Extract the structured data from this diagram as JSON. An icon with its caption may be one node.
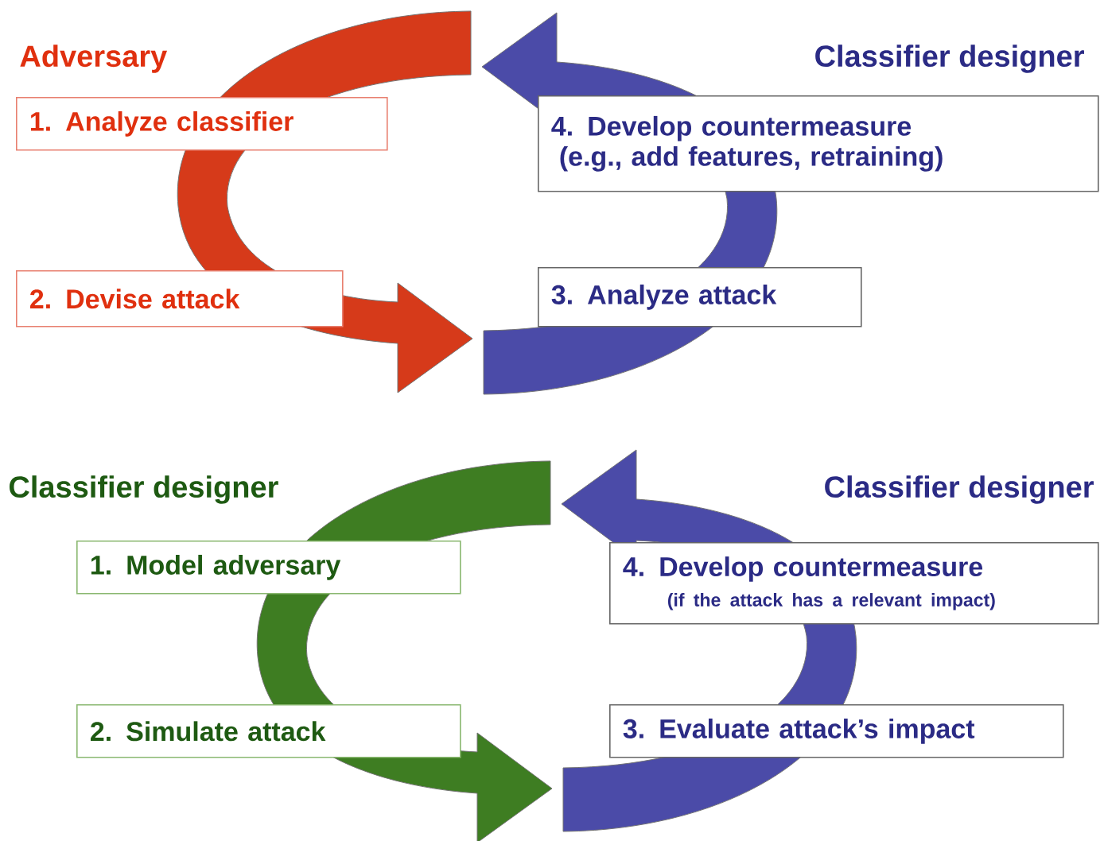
{
  "diagram": {
    "nodes": [
      {
        "text": [
          "1.  Analyze classifier"
        ]
      },
      {
        "text": [
          "4.  Develop countermeasure",
          "(e.g., add features, retraining)"
        ]
      },
      {
        "text": [
          "2.  Devise attack"
        ]
      },
      {
        "text": [
          "3.  Analyze attack"
        ]
      },
      {
        "text": [
          "1.  Model adversary"
        ]
      },
      {
        "text": [
          "4.  Develop countermeasure",
          "(if the attack has a relevant impact)"
        ]
      },
      {
        "text": [
          "2.  Simulate attack"
        ]
      },
      {
        "text": [
          "3.  Evaluate attack’s impact"
        ]
      }
    ],
    "edges": [
      {
        "from": 0,
        "to": 2,
        "arrow": "to",
        "color": "#d63a1a"
      },
      {
        "from": 3,
        "to": 1,
        "arrow": "to"
      },
      {
        "from": 4,
        "to": 6,
        "arrow": "to",
        "color": "#3e7d22"
      },
      {
        "from": 7,
        "to": 5,
        "arrow": "to"
      }
    ],
    "labels": [
      "Adversary",
      "Classifier designer",
      "Classifier designer",
      "Classifier designer"
    ]
  }
}
